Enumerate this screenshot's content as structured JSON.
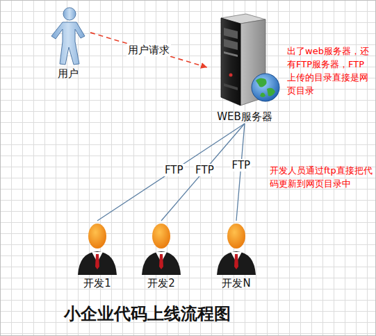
{
  "diagram": {
    "title": "小企业代码上线流程图",
    "nodes": [
      {
        "text": [
          "用户"
        ]
      },
      {
        "text": [
          "WEB服务器"
        ]
      },
      {
        "text": [
          "开发1"
        ]
      },
      {
        "text": [
          "开发2"
        ]
      },
      {
        "text": [
          "开发N"
        ]
      }
    ],
    "edges": [
      {
        "from": 0,
        "to": 1,
        "arrow": "to",
        "label": "用户请求"
      },
      {
        "from": 1,
        "to": 2,
        "arrow": "none",
        "label": "FTP"
      },
      {
        "from": 1,
        "to": 3,
        "arrow": "none",
        "label": "FTP"
      },
      {
        "from": 1,
        "to": 4,
        "arrow": "none",
        "label": "FTP"
      }
    ],
    "labels": [
      "出了web服务器，还有FTP服务器，FTP上传的目录直接是网页目录",
      "开发人员通过ftp直接把代码更新到网页目录中"
    ]
  }
}
